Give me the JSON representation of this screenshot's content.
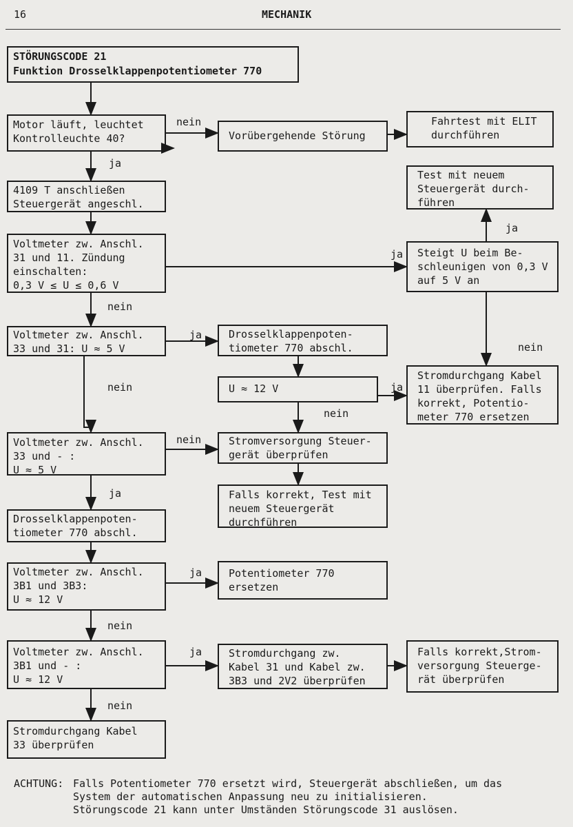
{
  "header": {
    "page_number": "16",
    "title": "MECHANIK"
  },
  "boxes": {
    "title": "STÖRUNGSCODE 21\nFunktion Drosselklappenpotentiometer 770",
    "motor": "Motor läuft, leuchtet\nKontrolleuchte 40?",
    "voruebergehend": "Vorübergehende Störung",
    "fahrtest": "Fahrtest mit ELIT\ndurchführen",
    "anschliessen": "4109 T anschließen\nSteuergerät angeschl.",
    "test_neu_1": "Test mit neuem\nSteuergerät durch-\nführen",
    "volt_31_11": "Voltmeter zw. Anschl.\n31 und 11. Zündung\neinschalten:\n0,3 V ≤ U ≤ 0,6 V",
    "steigt": "Steigt U beim Be-\nschleunigen von 0,3 V\nauf 5 V an",
    "volt_33_31": "Voltmeter zw. Anschl.\n33 und 31: U ≈ 5 V",
    "drossel_abschl_1": "Drosselklappenpoten-\ntiometer 770 abschl.",
    "u12": "U ≈ 12 V",
    "kabel11": "Stromdurchgang Kabel\n11 überprüfen. Falls\nkorrekt, Potentio-\nmeter 770 ersetzen",
    "volt_33_minus": "Voltmeter zw. Anschl.\n33 und - :\nU ≈ 5 V",
    "stromversorgung": "Stromversorgung Steuer-\ngerät überprüfen",
    "falls_test": "Falls korrekt, Test mit\nneuem Steuergerät\ndurchführen",
    "drossel_abschl_2": "Drosselklappenpoten-\ntiometer 770 abschl.",
    "volt_3b1_3b3": "Voltmeter zw. Anschl.\n3B1 und 3B3:\nU ≈ 12 V",
    "poti_ersetzen": "Potentiometer 770\nersetzen",
    "volt_3b1_minus": "Voltmeter zw. Anschl.\n3B1 und - :\nU ≈ 12 V",
    "kabel31": "Stromdurchgang zw.\nKabel 31 und Kabel zw.\n3B3 und 2V2 überprüfen",
    "falls_strom": "Falls korrekt,Strom-\nversorgung Steuerge-\nrät überprüfen",
    "kabel33": "Stromdurchgang Kabel\n33 überprüfen"
  },
  "labels": {
    "l1": "nein",
    "l2": "ja",
    "l3": "ja",
    "l4": "ja",
    "l5": "nein",
    "l6": "ja",
    "l7": "nein",
    "l8": "nein",
    "l9": "ja",
    "l10": "nein",
    "l11": "nein",
    "l12": "ja",
    "l13": "ja",
    "l14": "nein",
    "l15": "ja",
    "l16": "nein"
  },
  "note": {
    "prefix": "ACHTUNG:",
    "line1": "Falls Potentiometer 770 ersetzt wird, Steuergerät abschließen, um das",
    "line2": "System der automatischen Anpassung neu zu initialisieren.",
    "line3": "Störungscode 21 kann unter Umständen Störungscode 31 auslösen."
  }
}
